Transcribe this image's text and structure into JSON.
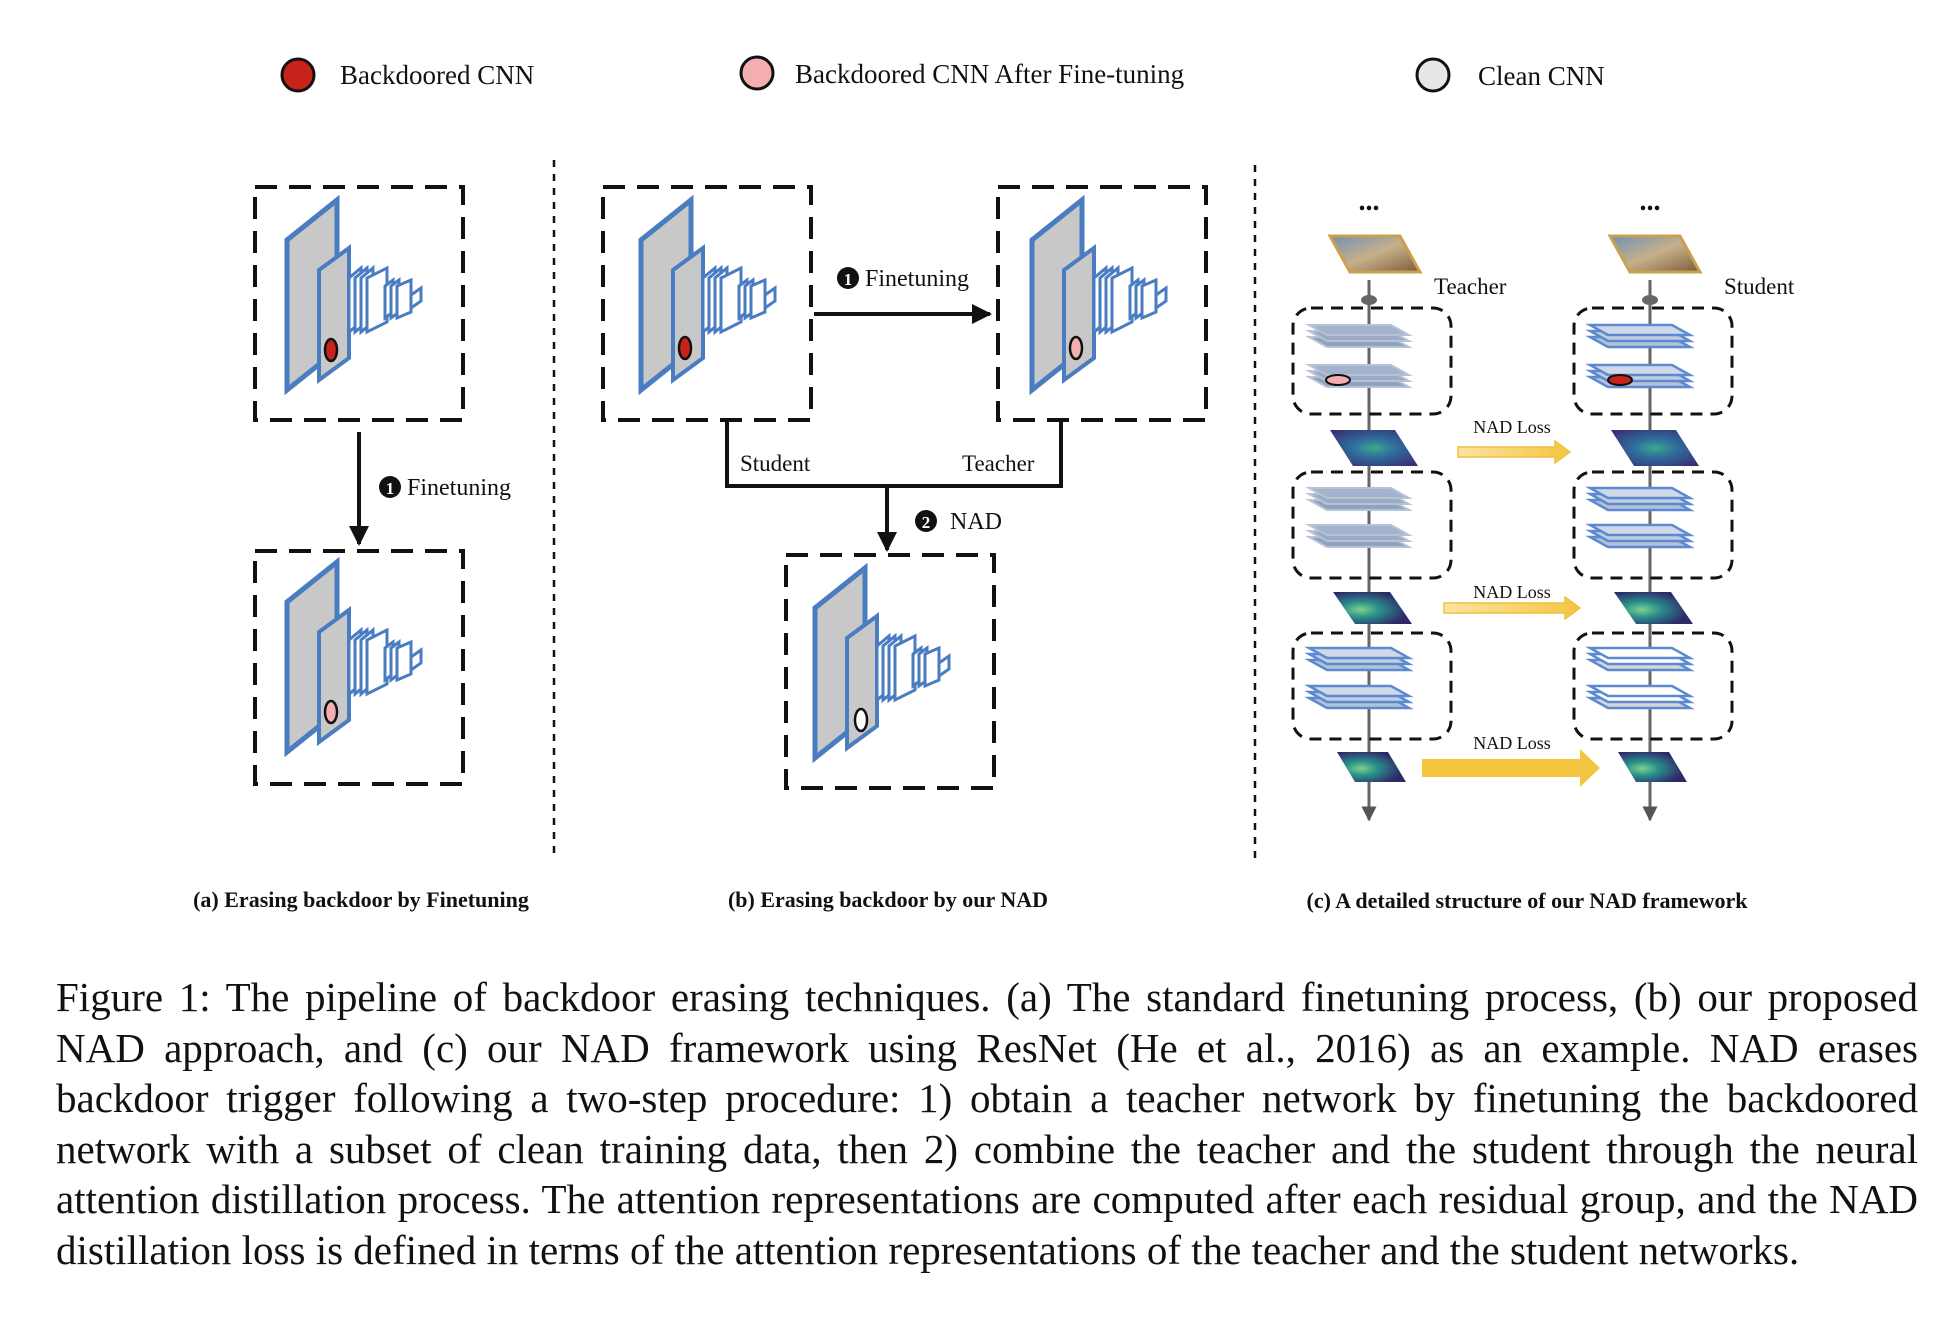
{
  "legend": [
    {
      "label": "Backdoored CNN",
      "fill": "#c8221b"
    },
    {
      "label": "Backdoored CNN After Fine-tuning",
      "fill": "#f5aeb0"
    },
    {
      "label": "Clean CNN",
      "fill": "#e6e6e6"
    }
  ],
  "panel_a": {
    "step1_num": "1",
    "step1_label": "Finetuning",
    "caption": "(a) Erasing backdoor by Finetuning"
  },
  "panel_b": {
    "step1_num": "1",
    "step1_label": "Finetuning",
    "student_label": "Student",
    "teacher_label": "Teacher",
    "step2_num": "2",
    "step2_label": "NAD",
    "caption": "(b) Erasing backdoor by our NAD"
  },
  "panel_c": {
    "ellipsis": "...",
    "teacher_label": "Teacher",
    "student_label": "Student",
    "loss_labels": [
      "NAD Loss",
      "NAD Loss",
      "NAD Loss"
    ],
    "caption": "(c) A detailed structure of our NAD framework"
  },
  "colors": {
    "cnn_blue": "#4a7cc1",
    "cnn_face": "#c8c8c8",
    "backdoored": "#c8221b",
    "finetuned": "#f5aeb0",
    "clean": "#e6e6e6",
    "arrow_yellow": "#f5c542",
    "attention_dark": "#3b2a7a",
    "attention_green": "#2aa889"
  },
  "figure_caption": "Figure 1: The pipeline of backdoor erasing techniques. (a) The standard finetuning process, (b) our proposed NAD approach, and (c) our NAD framework using ResNet (He et al., 2016) as an example. NAD erases backdoor trigger following a two-step procedure: 1) obtain a teacher network by finetuning the backdoored network with a subset of clean training data, then 2) combine the teacher and the student through the neural attention distillation process. The attention representations are computed after each residual group, and the NAD distillation loss is defined in terms of the attention representations of the teacher and the student networks."
}
